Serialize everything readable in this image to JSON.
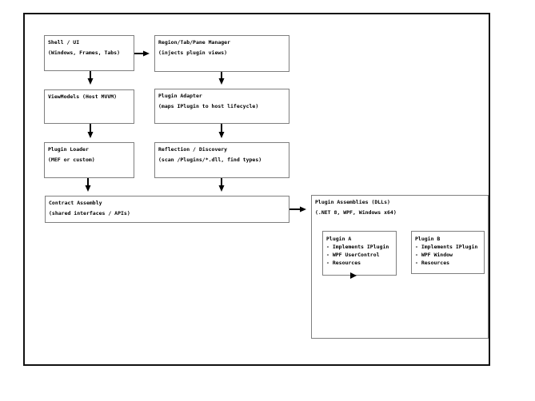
{
  "diagram": {
    "boxes": {
      "shell_ui": {
        "title": "Shell / UI",
        "subtitle": "(Windows, Frames, Tabs)"
      },
      "region_manager": {
        "title": "Region/Tab/Pane Manager",
        "subtitle": "(injects plugin views)"
      },
      "viewmodels": {
        "title": "ViewModels (Host MVVM)"
      },
      "plugin_adapter": {
        "title": "Plugin Adapter",
        "subtitle": "(maps IPlugin to host lifecycle)"
      },
      "plugin_loader": {
        "title": "Plugin Loader",
        "subtitle": "(MEF or custom)"
      },
      "reflection": {
        "title": "Reflection / Discovery",
        "subtitle": "(scan /Plugins/*.dll, find types)"
      },
      "contract": {
        "title": "Contract Assembly",
        "subtitle": "(shared interfaces / APIs)"
      },
      "plugin_assemblies": {
        "title": "Plugin Assemblies (DLLs)",
        "subtitle": "(.NET 8, WPF, Windows x64)"
      },
      "plugin_a": {
        "title": "Plugin A",
        "items": [
          "- Implements IPlugin",
          "- WPF UserControl",
          "- Resources"
        ]
      },
      "plugin_b": {
        "title": "Plugin B",
        "items": [
          "- Implements IPlugin",
          "- WPF Window",
          "- Resources"
        ]
      }
    },
    "colors": {
      "box_border": "#7f7f7f",
      "outer_border": "#111111",
      "arrow": "#000000",
      "text": "#000000",
      "background": "#ffffff"
    }
  }
}
